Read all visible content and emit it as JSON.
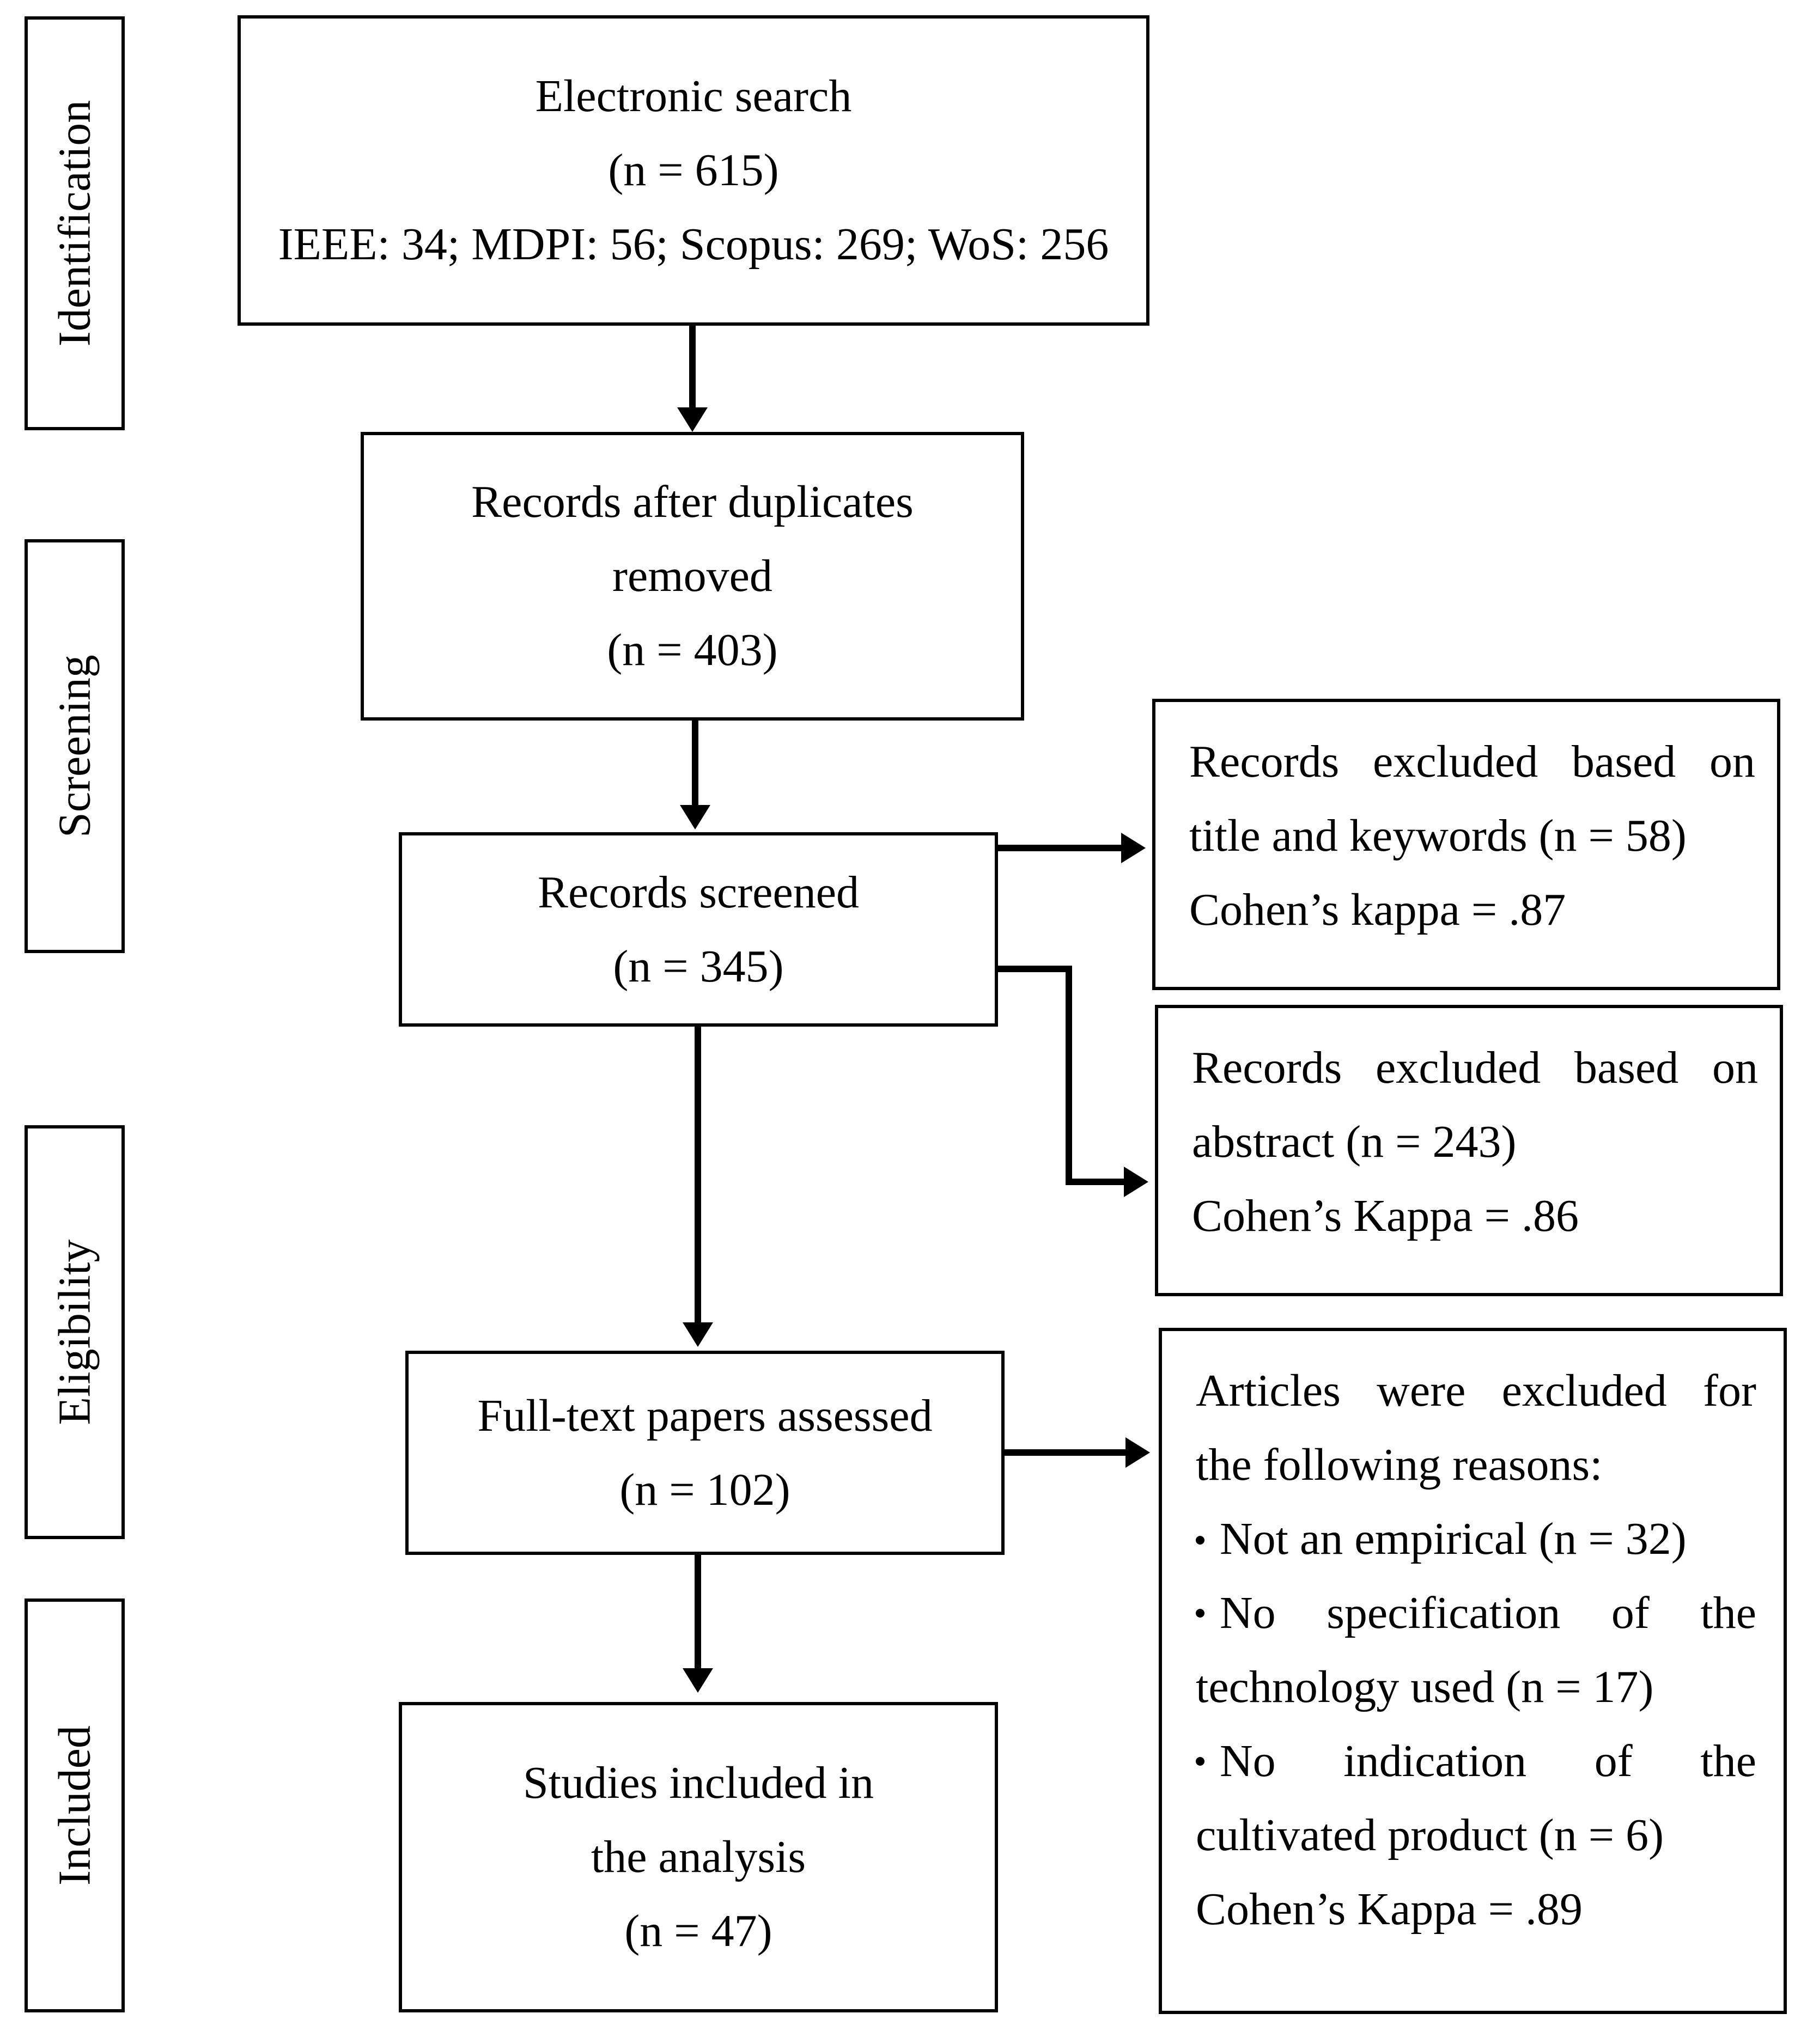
{
  "stages": {
    "identification": "Identification",
    "screening": "Screening",
    "eligibility": "Eligibility",
    "included": "Included"
  },
  "boxes": {
    "electronic_search": {
      "line1": "Electronic search",
      "line2": "(n = 615)",
      "line3": "IEEE: 34; MDPI: 56; Scopus: 269; WoS: 256"
    },
    "duplicates_removed": {
      "line1": "Records after duplicates",
      "line2": "removed",
      "line3": "(n = 403)"
    },
    "records_screened": {
      "line1": "Records screened",
      "line2": "(n = 345)"
    },
    "full_text": {
      "line1": "Full-text papers assessed",
      "line2": "(n = 102)"
    },
    "included_studies": {
      "line1": "Studies included in",
      "line2": "the analysis",
      "line3": "(n = 47)"
    },
    "excluded_title": {
      "line1": "Records excluded based on",
      "line2": "title and keywords (n = 58)",
      "line3": "Cohen’s kappa = .87"
    },
    "excluded_abstract": {
      "line1": "Records excluded based on",
      "line2": "abstract (n = 243)",
      "line3": "Cohen’s Kappa = .86"
    },
    "excluded_fulltext": {
      "line1": "Articles were excluded for",
      "line2": "the following reasons:",
      "bullet1": "Not an empirical (n = 32)",
      "bullet2a": "No specification of the",
      "bullet2b": "technology used (n = 17)",
      "bullet3a": "No indication of the",
      "bullet3b": "cultivated product (n = 6)",
      "kappa": "Cohen’s Kappa = .89"
    }
  }
}
